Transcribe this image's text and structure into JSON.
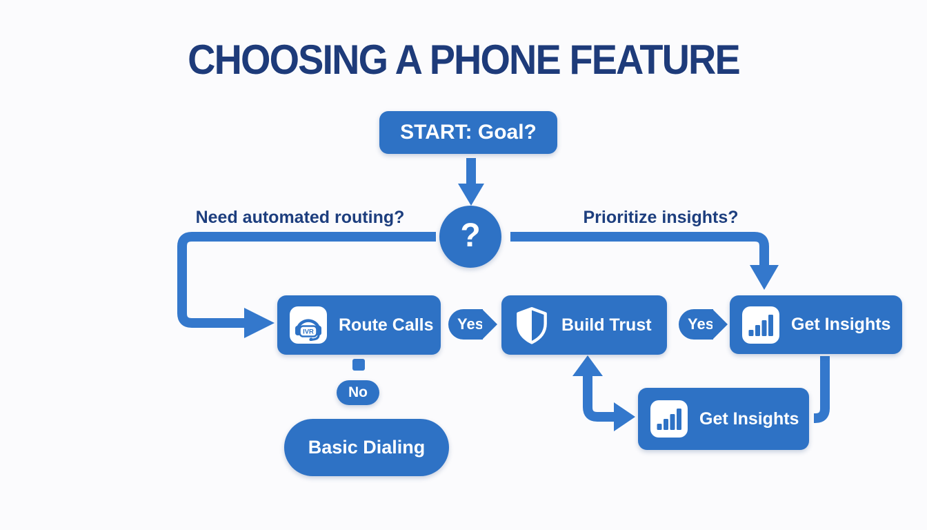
{
  "title": "CHOOSING A PHONE FEATURE",
  "colors": {
    "box_blue": "#2e72c5",
    "connector_blue": "#3478cc",
    "navy_text": "#1e3b7a",
    "background": "#fbfbfd",
    "white": "#ffffff"
  },
  "start_node": {
    "label": "START: Goal?"
  },
  "decision": {
    "symbol": "?",
    "left_question": "Need automated routing?",
    "right_question": "Prioritize insights?"
  },
  "edges": {
    "yes_left": "Yes",
    "yes_right": "Yes",
    "no": "No"
  },
  "nodes": {
    "route_calls": {
      "label": "Route Calls",
      "icon": "ivr-headset-icon",
      "icon_text": "IVR"
    },
    "build_trust": {
      "label": "Build Trust",
      "icon": "shield-icon"
    },
    "get_insights_right": {
      "label": "Get Insights",
      "icon": "bar-chart-icon"
    },
    "get_insights_lower": {
      "label": "Get Insights",
      "icon": "bar-chart-icon"
    },
    "basic_dialing": {
      "label": "Basic Dialing"
    }
  }
}
